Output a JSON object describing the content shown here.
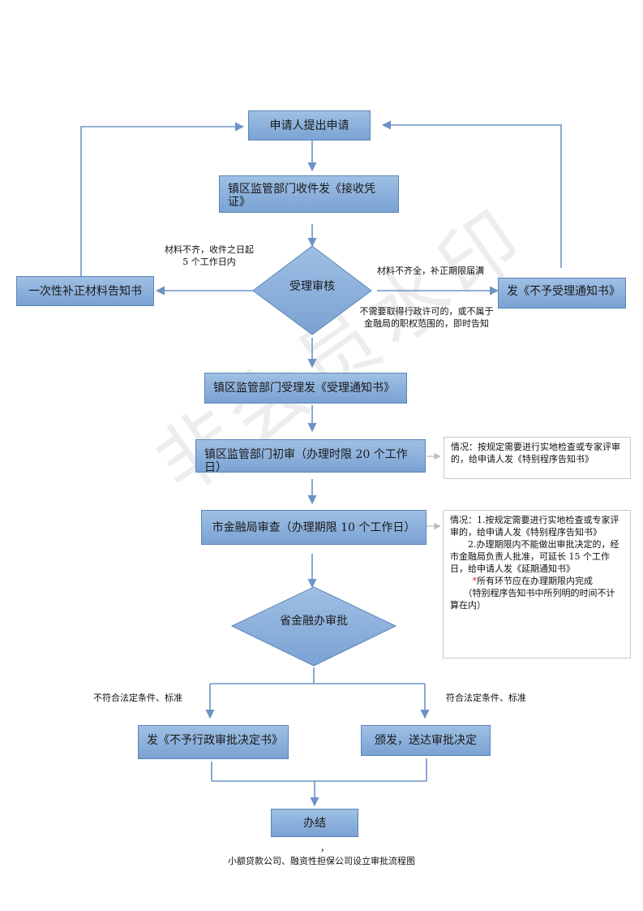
{
  "nodes": {
    "apply": "申请人提出申请",
    "receive": "镇区监管部门收件发《接收凭证》",
    "review": "受理审核",
    "correction_notice": "一次性补正材料告知书",
    "reject_accept": "发《不予受理通知书》",
    "accept": "镇区监管部门受理发《受理通知书》",
    "initial_review": "镇区监管部门初审（办理时限 20 个工作日）",
    "city_review": "市金融局审查（办理期限 10 个工作日）",
    "province_approval": "省金融办审批",
    "reject_decision": "发《不予行政审批决定书》",
    "issue_decision": "颁发，送达审批决定",
    "complete": "办结"
  },
  "labels": {
    "incomplete_materials": "材料不齐，收件之日起 5 个工作日内",
    "not_corrected": "材料不齐全，补正期限届满",
    "not_required": "不需要取得行政许可的，或不属于金融局的职权范围的，即时告知",
    "not_qualified": "不符合法定条件、标准",
    "qualified": "符合法定条件、标准"
  },
  "side_notes": {
    "initial_review_note": "情况：按规定需要进行实地检查或专家评审的，给申请人发《特别程序告知书》",
    "city_note_1": "情况：1.按规定需要进行实地检查或专家评审的，给申请人发《特别程序告知书》",
    "city_note_2": "2.办理期限内不能做出审批决定的，经市金融局负责人批准，可延长 15 个工作日，给申请人发《延期通知书》",
    "city_note_star": "*",
    "city_note_3": "所有环节应在办理期限内完成",
    "city_note_4": "（特别程序告知书中所列明的时间不计算在内）"
  },
  "watermark": "非会员水印",
  "stray_mark": "，",
  "caption": "小额贷款公司、融资性担保公司设立审批流程图",
  "colors": {
    "box_fill": "#8fb3df",
    "box_border": "#5b84b7",
    "arrow": "#6d93c4",
    "panel_border": "#c9c9c9"
  }
}
